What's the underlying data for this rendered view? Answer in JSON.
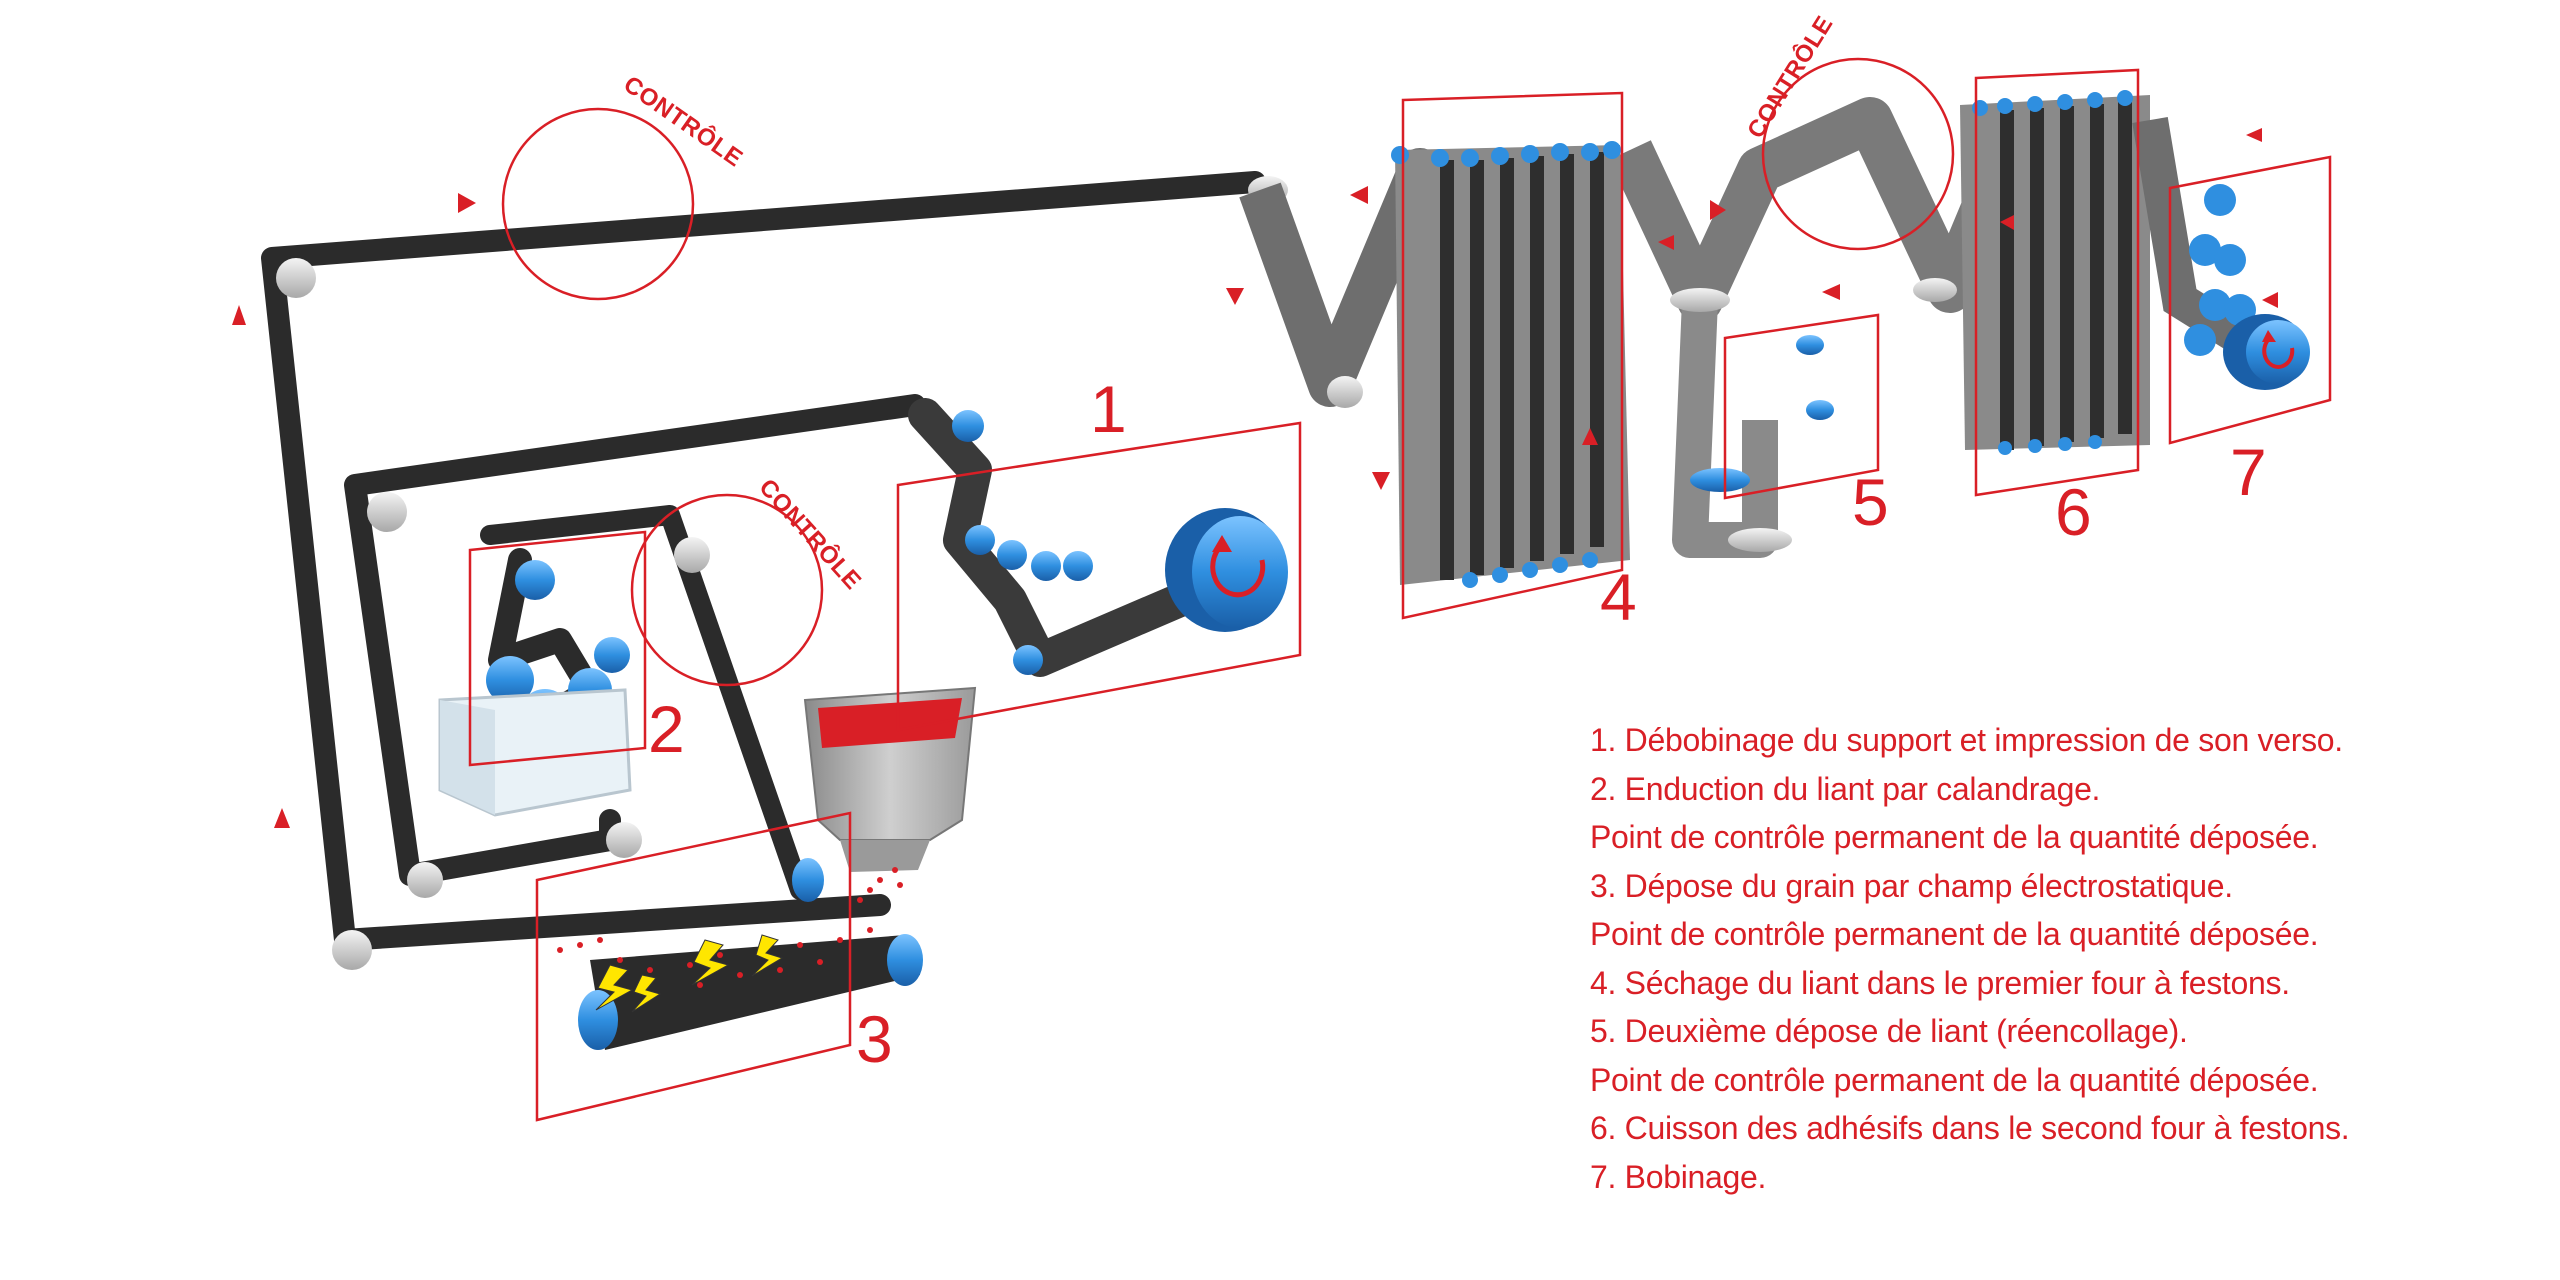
{
  "control_labels": [
    "CONTRÔLE",
    "CONTRÔLE",
    "CONTRÔLE"
  ],
  "step_numbers": [
    "1",
    "2",
    "3",
    "4",
    "5",
    "6",
    "7"
  ],
  "legend": [
    "1. Débobinage du support et impression de son verso.",
    "2. Enduction du liant par calandrage.",
    "Point de contrôle permanent de la quantité déposée.",
    "3. Dépose du grain par champ électrostatique.",
    "Point de contrôle permanent de la quantité déposée.",
    "4. Séchage du liant dans le premier four à festons.",
    "5. Deuxième dépose de liant (réencollage).",
    "Point de contrôle permanent de la quantité déposée.",
    "6. Cuisson des adhésifs dans le second four à festons.",
    "7. Bobinage."
  ],
  "colors": {
    "accent_red": "#d91f26",
    "belt_dark": "#2b2b2b",
    "belt_grey": "#6e6e6e",
    "roller_blue": "#2f8fe0",
    "roller_grey": "#cfcfcf",
    "spark_yellow": "#ffe600"
  },
  "icons": [
    "counterclockwise-arrow-icon",
    "lightning-bolt-icon",
    "direction-triangle-icon"
  ]
}
